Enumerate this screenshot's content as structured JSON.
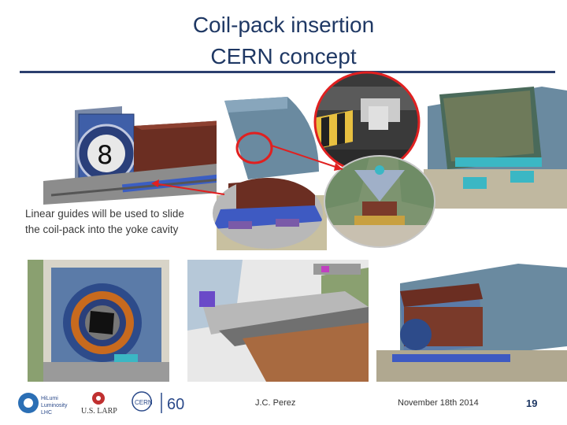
{
  "slide": {
    "title_line1": "Coil-pack insertion",
    "title_line2": "CERN concept",
    "caption_line1": "Linear guides will be used to slide",
    "caption_line2": "the coil-pack into the yoke cavity"
  },
  "footer": {
    "author": "J.C. Perez",
    "date": "November 18th 2014",
    "page": "19",
    "logos": {
      "hilumi": "High Luminosity LHC",
      "uslarp": "U.S. LARP"
    }
  },
  "colors": {
    "title": "#1f3864",
    "rule": "#2b3f6e",
    "highlight_circle": "#e02020",
    "arrow": "#e02020"
  }
}
